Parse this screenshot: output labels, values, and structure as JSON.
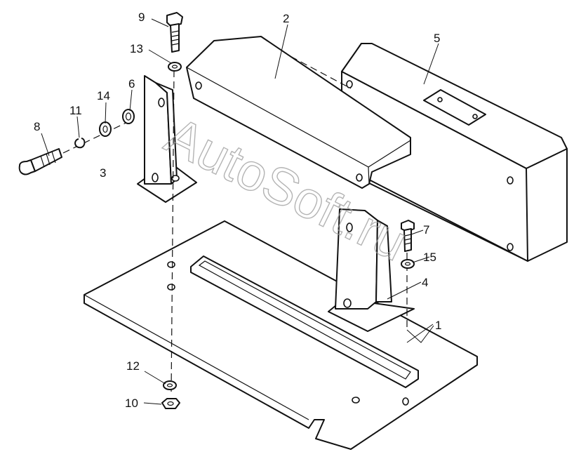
{
  "watermark": "AutoSoft.ru",
  "callouts": [
    {
      "id": "c1",
      "label": "1"
    },
    {
      "id": "c2",
      "label": "2"
    },
    {
      "id": "c3",
      "label": "3"
    },
    {
      "id": "c4",
      "label": "4"
    },
    {
      "id": "c5",
      "label": "5"
    },
    {
      "id": "c6",
      "label": "6"
    },
    {
      "id": "c7",
      "label": "7"
    },
    {
      "id": "c8",
      "label": "8"
    },
    {
      "id": "c9",
      "label": "9"
    },
    {
      "id": "c10",
      "label": "10"
    },
    {
      "id": "c11",
      "label": "11"
    },
    {
      "id": "c12",
      "label": "12"
    },
    {
      "id": "c13",
      "label": "13"
    },
    {
      "id": "c14",
      "label": "14"
    },
    {
      "id": "c15",
      "label": "15"
    }
  ],
  "colors": {
    "line": "#111111",
    "background": "#ffffff",
    "watermark": "#9a9a9a"
  }
}
